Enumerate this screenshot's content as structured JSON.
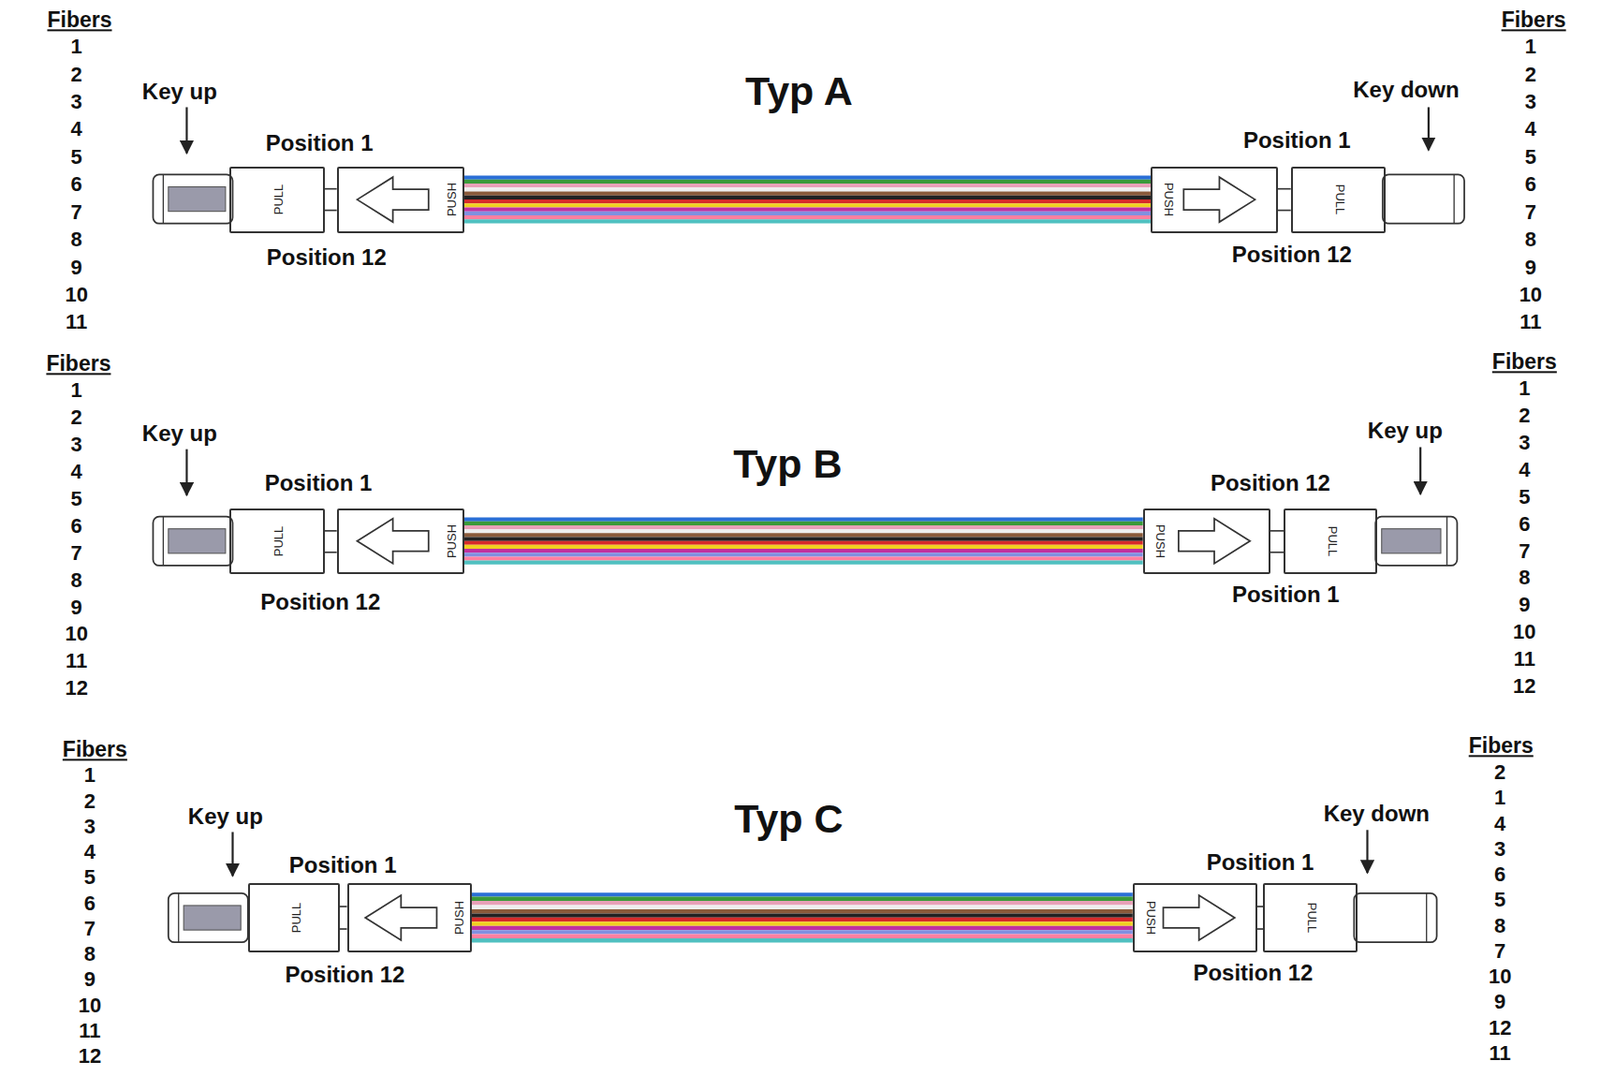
{
  "diagram": {
    "nodes": [
      {
        "text": [
          "PULL"
        ]
      },
      {
        "text": [
          "PUSH"
        ]
      },
      {
        "text": [
          "PUSH"
        ]
      },
      {
        "text": [
          "PULL"
        ]
      },
      {
        "text": [
          "PULL"
        ]
      },
      {
        "text": [
          "PUSH"
        ]
      },
      {
        "text": [
          "PUSH"
        ]
      },
      {
        "text": [
          "PULL"
        ]
      },
      {
        "text": [
          "PULL"
        ]
      },
      {
        "text": [
          "PUSH"
        ]
      },
      {
        "text": [
          "PUSH"
        ]
      },
      {
        "text": [
          "PULL"
        ]
      }
    ],
    "edges": [
      {
        "from": 1,
        "to": 2,
        "arrow": "none"
      },
      {
        "from": 5,
        "to": 6,
        "arrow": "none"
      },
      {
        "from": 9,
        "to": 10,
        "arrow": "none"
      }
    ],
    "labels": [
      "Fibers",
      "1",
      "2",
      "3",
      "4",
      "5",
      "6",
      "7",
      "8",
      "9",
      "10",
      "11",
      "Key up",
      "Typ A",
      "Position 1",
      "Position 12",
      "Fibers",
      "1",
      "2",
      "3",
      "4",
      "5",
      "6",
      "7",
      "8",
      "9",
      "10",
      "11",
      "Key down",
      "Position 1",
      "Position 12",
      "Fibers",
      "1",
      "2",
      "3",
      "4",
      "5",
      "6",
      "7",
      "8",
      "9",
      "10",
      "11",
      "12",
      "Key up",
      "Typ B",
      "Position 1",
      "Position 12",
      "Fibers",
      "1",
      "2",
      "3",
      "4",
      "5",
      "6",
      "7",
      "8",
      "9",
      "10",
      "11",
      "12",
      "Key up",
      "Position 12",
      "Position 1",
      "Fibers",
      "1",
      "2",
      "3",
      "4",
      "5",
      "6",
      "7",
      "8",
      "9",
      "10",
      "11",
      "12",
      "Key up",
      "Typ C",
      "Position 1",
      "Position 12",
      "Fibers",
      "2",
      "1",
      "4",
      "3",
      "6",
      "5",
      "8",
      "7",
      "10",
      "9",
      "12",
      "11",
      "Key down",
      "Position 1",
      "Position 12"
    ]
  }
}
